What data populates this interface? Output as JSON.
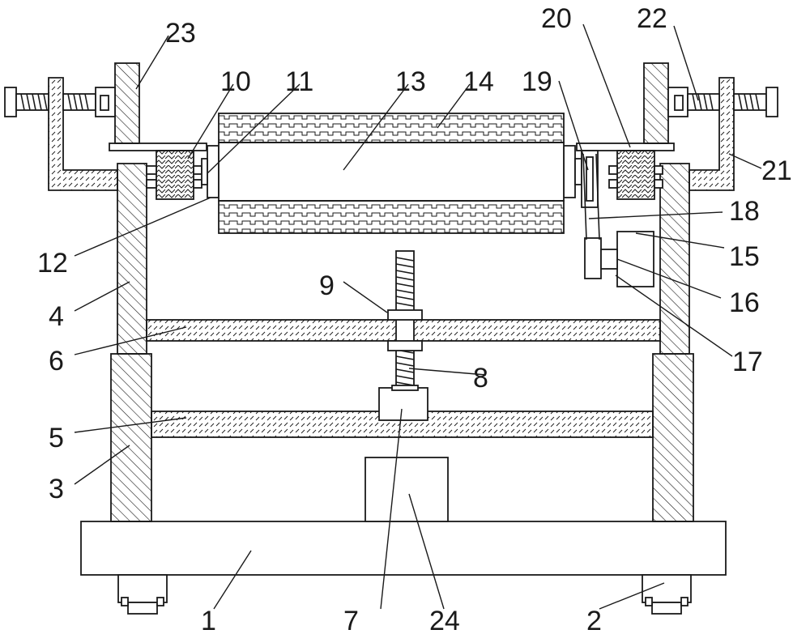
{
  "callouts": [
    {
      "id": "1",
      "text": "1"
    },
    {
      "id": "2",
      "text": "2"
    },
    {
      "id": "3",
      "text": "3"
    },
    {
      "id": "4",
      "text": "4"
    },
    {
      "id": "5",
      "text": "5"
    },
    {
      "id": "6",
      "text": "6"
    },
    {
      "id": "7",
      "text": "7"
    },
    {
      "id": "8",
      "text": "8"
    },
    {
      "id": "9",
      "text": "9"
    },
    {
      "id": "10",
      "text": "10"
    },
    {
      "id": "11",
      "text": "11"
    },
    {
      "id": "12",
      "text": "12"
    },
    {
      "id": "13",
      "text": "13"
    },
    {
      "id": "14",
      "text": "14"
    },
    {
      "id": "15",
      "text": "15"
    },
    {
      "id": "16",
      "text": "16"
    },
    {
      "id": "17",
      "text": "17"
    },
    {
      "id": "18",
      "text": "18"
    },
    {
      "id": "19",
      "text": "19"
    },
    {
      "id": "20",
      "text": "20"
    },
    {
      "id": "21",
      "text": "21"
    },
    {
      "id": "22",
      "text": "22"
    },
    {
      "id": "23",
      "text": "23"
    },
    {
      "id": "24",
      "text": "24"
    }
  ],
  "colors": {
    "ink": "#1a1a1a",
    "background": "#ffffff"
  }
}
